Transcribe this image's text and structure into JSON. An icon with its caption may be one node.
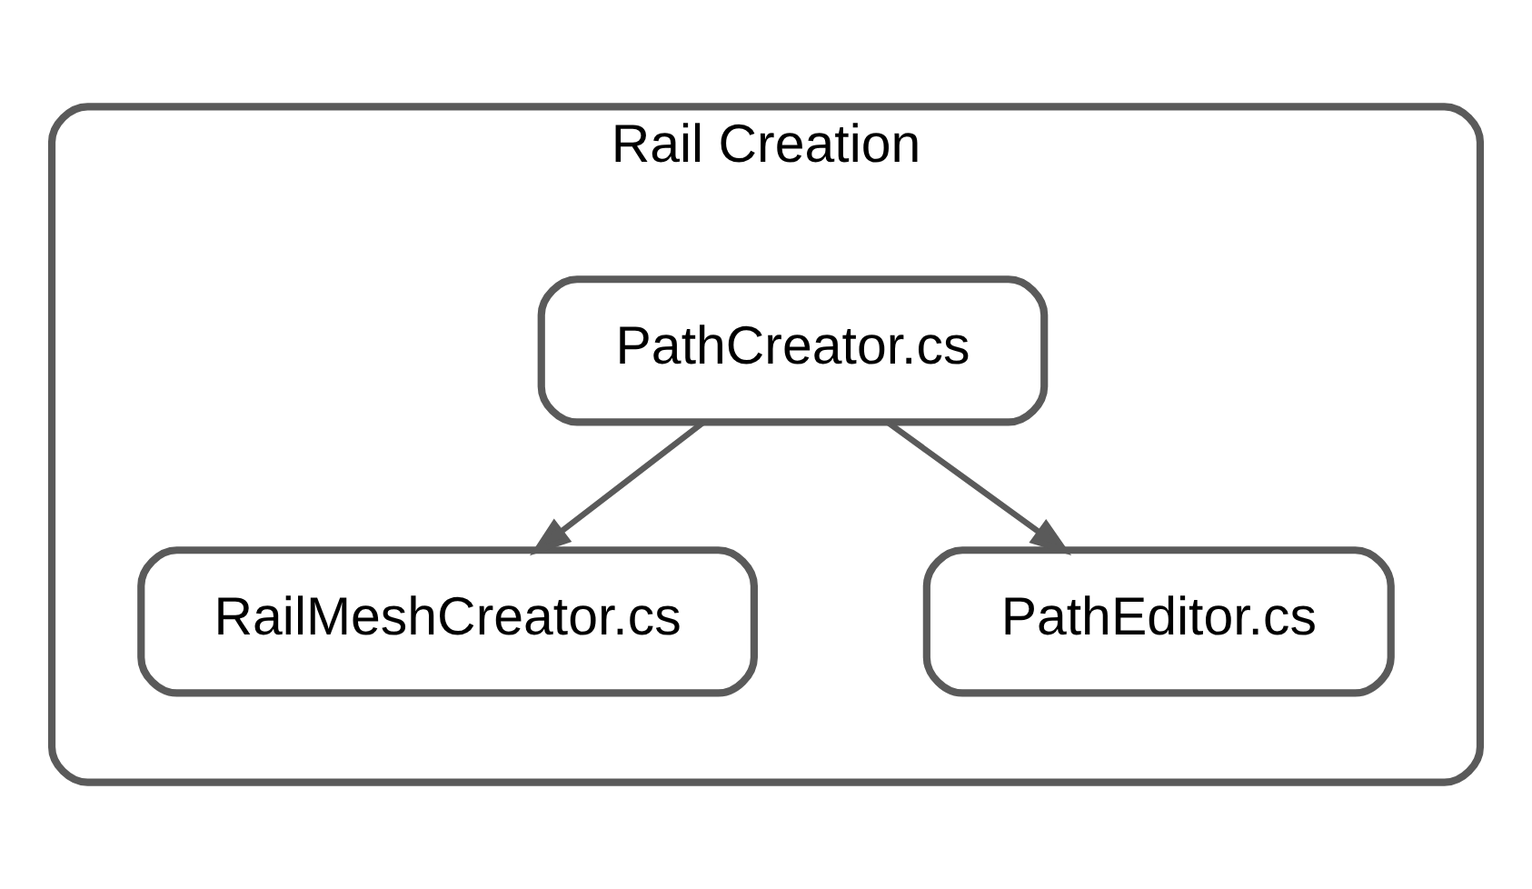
{
  "diagram": {
    "nodes": [
      {
        "text": [
          "Rail Creation"
        ]
      },
      {
        "text": [
          "PathCreator.cs"
        ],
        "in": 0
      },
      {
        "text": [
          "RailMeshCreator.cs"
        ],
        "in": 0
      },
      {
        "text": [
          "PathEditor.cs"
        ],
        "in": 0
      }
    ],
    "edges": [
      {
        "from": 1,
        "to": 2,
        "arrow": "to"
      },
      {
        "from": 1,
        "to": 3,
        "arrow": "to"
      }
    ]
  }
}
